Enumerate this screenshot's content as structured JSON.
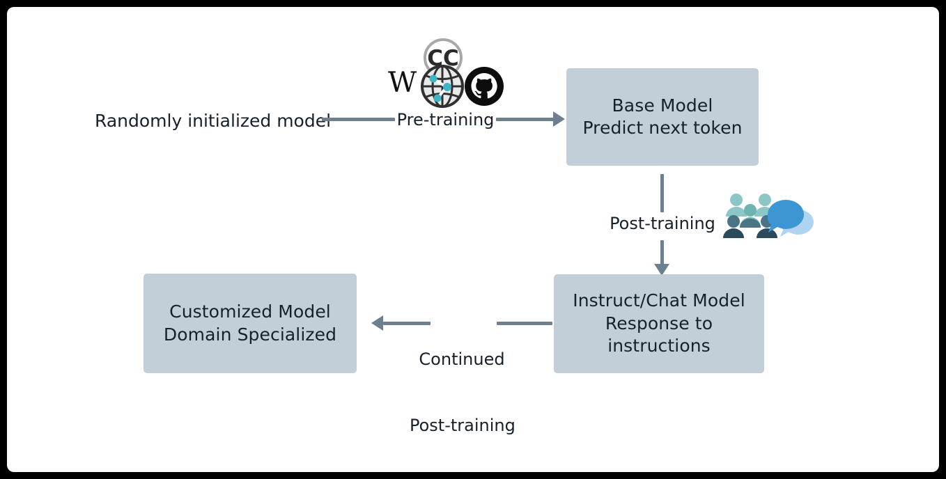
{
  "diagram": {
    "title": "LLM training lifecycle",
    "colors": {
      "node_fill": "#c2ced8",
      "node_text": "#17202b",
      "connector": "#6e808f",
      "canvas": "#ffffff",
      "frame": "#000000",
      "accent_teal": "#3fb5c4",
      "accent_blue": "#3d96d4"
    },
    "nodes": [
      {
        "id": "base-model",
        "line1": "Base Model",
        "line2": "Predict next token"
      },
      {
        "id": "instruct-chat-model",
        "line1": "Instruct/Chat Model",
        "line2": "Response to instructions"
      },
      {
        "id": "customized-model",
        "line1": "Customized Model",
        "line2": "Domain Specialized"
      }
    ],
    "start_label": "Randomly initialized model",
    "edges": [
      {
        "id": "pre-training",
        "label": "Pre-training",
        "direction": "right",
        "from": "randomly-initialized-model",
        "to": "base-model"
      },
      {
        "id": "post-training",
        "label": "Post-training",
        "direction": "down",
        "from": "base-model",
        "to": "instruct-chat-model"
      },
      {
        "id": "continued-post-training",
        "label_line1": "Continued",
        "label_line2": "Post-training",
        "direction": "left",
        "from": "instruct-chat-model",
        "to": "customized-model"
      }
    ],
    "icons": {
      "data_sources": {
        "name": "data-sources-icon-cluster",
        "parts": [
          {
            "name": "wikipedia-icon",
            "glyph": "W"
          },
          {
            "name": "creative-commons-icon",
            "glyph": "CC"
          },
          {
            "name": "globe-web-icon",
            "glyph": "globe"
          },
          {
            "name": "github-icon",
            "glyph": "octocat"
          }
        ]
      },
      "human_feedback": {
        "name": "people-chat-icon-cluster",
        "parts": [
          {
            "name": "people-group-icon",
            "count": 5
          },
          {
            "name": "speech-bubble-icon",
            "count": 2
          }
        ]
      }
    }
  }
}
